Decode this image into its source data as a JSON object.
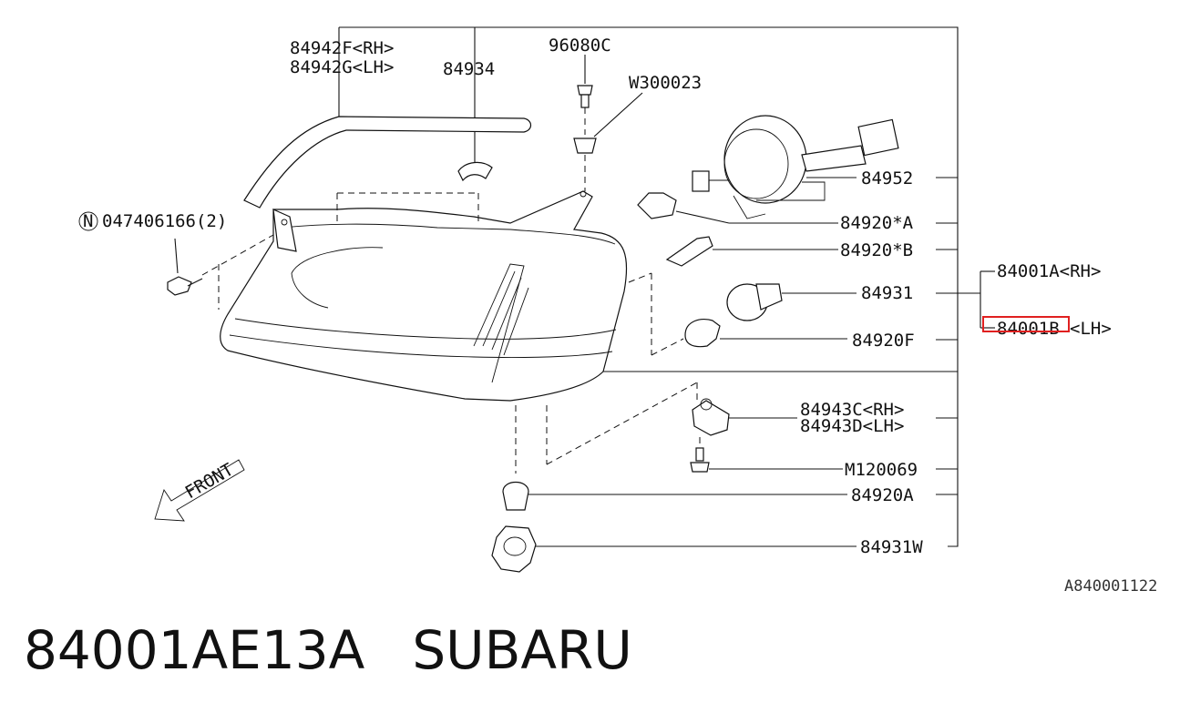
{
  "diagram": {
    "labels": {
      "p84942f": "84942F<RH>",
      "p84942g": "84942G<LH>",
      "p84934": "84934",
      "p96080c": "96080C",
      "pw300023": "W300023",
      "p047406166": "047406166(2)",
      "p047406166_prefix": "N",
      "p84952": "84952",
      "p84920a_star": "84920*A",
      "p84920b_star": "84920*B",
      "p84931": "84931",
      "p84920f": "84920F",
      "p84001a": "84001A<RH>",
      "p84001b_num": "84001B",
      "p84001b_side": "<LH>",
      "p84943c": "84943C<RH>",
      "p84943d": "84943D<LH>",
      "pm120069": "M120069",
      "p84920a": "84920A",
      "p84931w": "84931W",
      "front": "FRONT"
    },
    "highlight_color": "#e02020",
    "line_color": "#111111",
    "diagram_code": "A840001122"
  },
  "caption": {
    "part_number": "84001AE13A",
    "brand": "SUBARU"
  }
}
